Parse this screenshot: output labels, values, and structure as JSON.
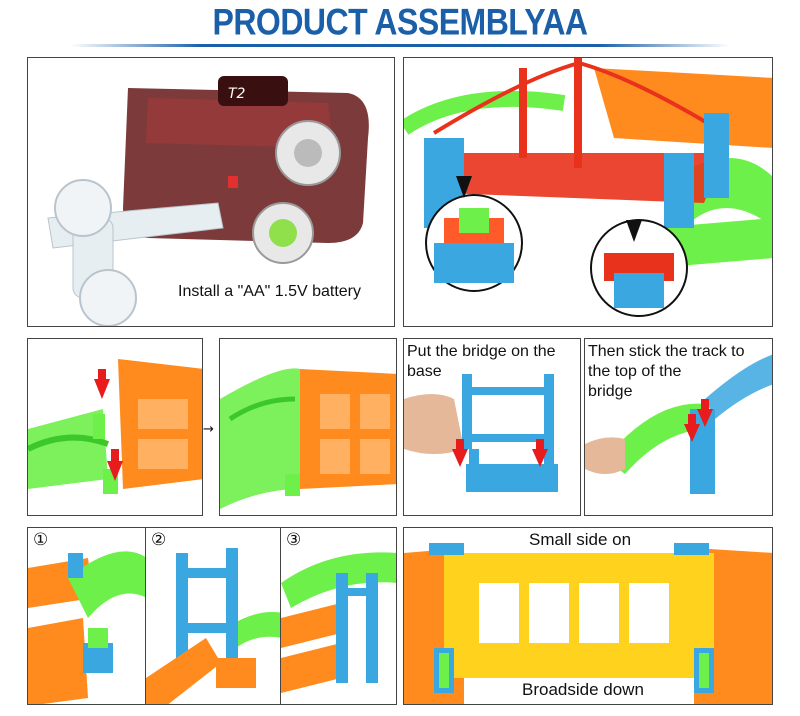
{
  "header": {
    "title": "PRODUCT ASSEMBLYAA"
  },
  "panel_car": {
    "caption": "Install a \"AA\" 1.5V battery"
  },
  "panel_bridge_base": {
    "caption_line1": "Put the bridge on the",
    "caption_line2": "base"
  },
  "panel_stick_track": {
    "caption_line1": "Then stick the track to",
    "caption_line2": "the top of the",
    "caption_line3": "bridge"
  },
  "steps": {
    "step1": "①",
    "step2": "②",
    "step3": "③"
  },
  "panel_sides": {
    "top_caption": "Small side on",
    "bottom_caption": "Broadside down"
  },
  "colors": {
    "title_blue": "#1a5fa8",
    "track_orange": "#ff8a1e",
    "track_green": "#6ef04a",
    "pillar_blue": "#3aa7e0",
    "bridge_red": "#e8321c",
    "track_yellow": "#ffd21e"
  }
}
